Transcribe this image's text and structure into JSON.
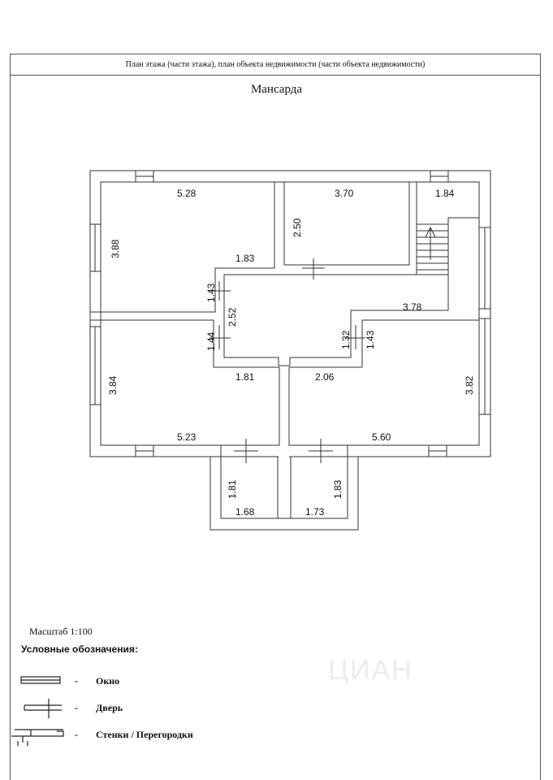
{
  "header": {
    "title": "План этажа (части этажа), план объекта недвижимости (части объекта недвижимости)"
  },
  "plan": {
    "floor_name": "Мансарда",
    "dimensions": [
      "5.28",
      "3.70",
      "1.84",
      "3.88",
      "2.50",
      "1.83",
      "1.43",
      "2.52",
      "1.44",
      "1.32",
      "1.43",
      "3.78",
      "3.84",
      "1.81",
      "2.06",
      "3.82",
      "5.23",
      "5.60",
      "1.81",
      "1.68",
      "1.83",
      "1.73"
    ]
  },
  "footer": {
    "scale": "Масштаб 1:100",
    "legend_title": "Условные обозначения:",
    "legend": [
      {
        "icon": "window-symbol-icon",
        "dash": "-",
        "label": "Окно"
      },
      {
        "icon": "door-symbol-icon",
        "dash": "-",
        "label": "Дверь"
      },
      {
        "icon": "wall-symbol-icon",
        "dash": "-",
        "label": "Стенки / Перегородки"
      }
    ],
    "watermark": "ЦИАН"
  }
}
